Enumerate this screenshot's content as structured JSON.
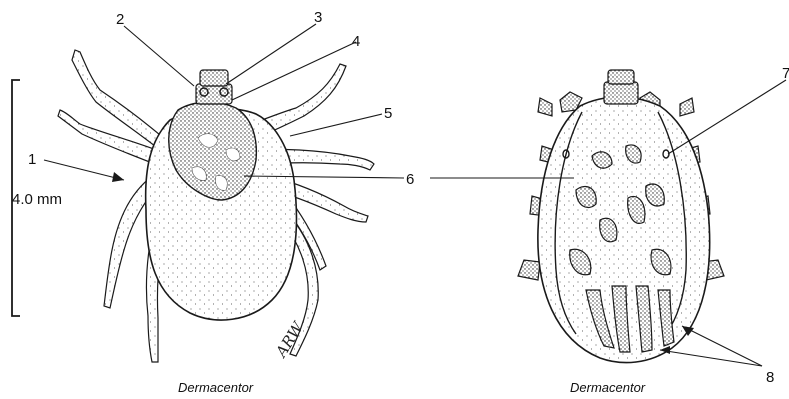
{
  "scale_bar": {
    "label": "4.0 mm"
  },
  "dorsal_view": {
    "caption": "Dermacentor",
    "callouts": [
      "1",
      "2",
      "3",
      "4",
      "5",
      "6"
    ]
  },
  "ventral_view": {
    "caption": "Dermacentor",
    "callouts": [
      "7",
      "8"
    ]
  },
  "artist_signature": "ARW"
}
